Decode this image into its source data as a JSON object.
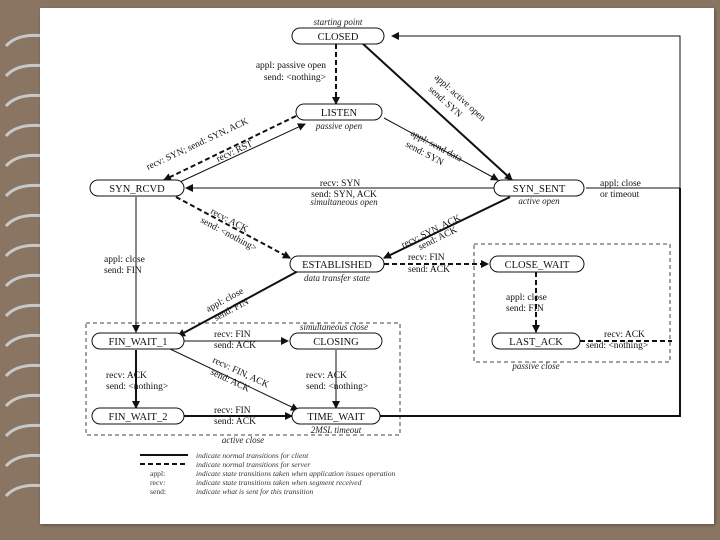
{
  "states": {
    "closed": "CLOSED",
    "listen": "LISTEN",
    "syn_rcvd": "SYN_RCVD",
    "syn_sent": "SYN_SENT",
    "established": "ESTABLISHED",
    "close_wait": "CLOSE_WAIT",
    "fin_wait_1": "FIN_WAIT_1",
    "closing": "CLOSING",
    "last_ack": "LAST_ACK",
    "fin_wait_2": "FIN_WAIT_2",
    "time_wait": "TIME_WAIT"
  },
  "captions": {
    "starting_point": "starting point",
    "passive_open": "passive open",
    "simultaneous_open": "simultaneous open",
    "active_open": "active open",
    "data_transfer_state": "data transfer state",
    "simultaneous_close": "simultaneous close",
    "passive_close": "passive close",
    "msl_timeout": "2MSL timeout",
    "active_close": "active close"
  },
  "labels": {
    "closed_listen_1": "appl: passive open",
    "closed_listen_2": "send: <nothing>",
    "active_open_1": "appl: active open",
    "active_open_2": "send: SYN",
    "send_data_1": "appl: send data",
    "send_data_2": "send: SYN",
    "synack_1": "recv: SYN; send: SYN, ACK",
    "rst": "recv: RST",
    "simopen_1": "recv: SYN",
    "simopen_2": "send: SYN, ACK",
    "rcvd_est_1": "recv: ACK",
    "rcvd_est_2": "send: <nothing>",
    "sent_est_1": "recv: SYN, ACK",
    "sent_est_2": "send: ACK",
    "sent_close_1": "appl: close",
    "sent_close_2": "or timeout",
    "rcvd_fin_1": "appl: close",
    "rcvd_fin_2": "send: FIN",
    "est_fin_1": "appl: close",
    "est_fin_2": "send: FIN",
    "est_cw_1": "recv: FIN",
    "est_cw_2": "send: ACK",
    "cw_la_1": "appl: close",
    "cw_la_2": "send: FIN",
    "la_1": "recv: ACK",
    "la_2": "send: <nothing>",
    "fw1_cl_1": "recv: FIN",
    "fw1_cl_2": "send: ACK",
    "fw1_tw_1": "recv: FIN, ACK",
    "fw1_tw_2": "send: ACK",
    "fw1_fw2_1": "recv: ACK",
    "fw1_fw2_2": "send: <nothing>",
    "cl_tw_1": "recv: ACK",
    "cl_tw_2": "send: <nothing>",
    "fw2_tw_1": "recv: FIN",
    "fw2_tw_2": "send: ACK"
  },
  "legend": [
    {
      "key": "",
      "text": "indicate normal transitions for client"
    },
    {
      "key": "",
      "text": "indicate normal transitions for server"
    },
    {
      "key": "appl:",
      "text": "indicate state transitions taken when application issues operation"
    },
    {
      "key": "recv:",
      "text": "indicate state transitions taken when segment received"
    },
    {
      "key": "send:",
      "text": "indicate what is sent for this transition"
    }
  ],
  "colors": {
    "background": "#8a7562",
    "page": "#ffffff",
    "ink": "#111111"
  }
}
